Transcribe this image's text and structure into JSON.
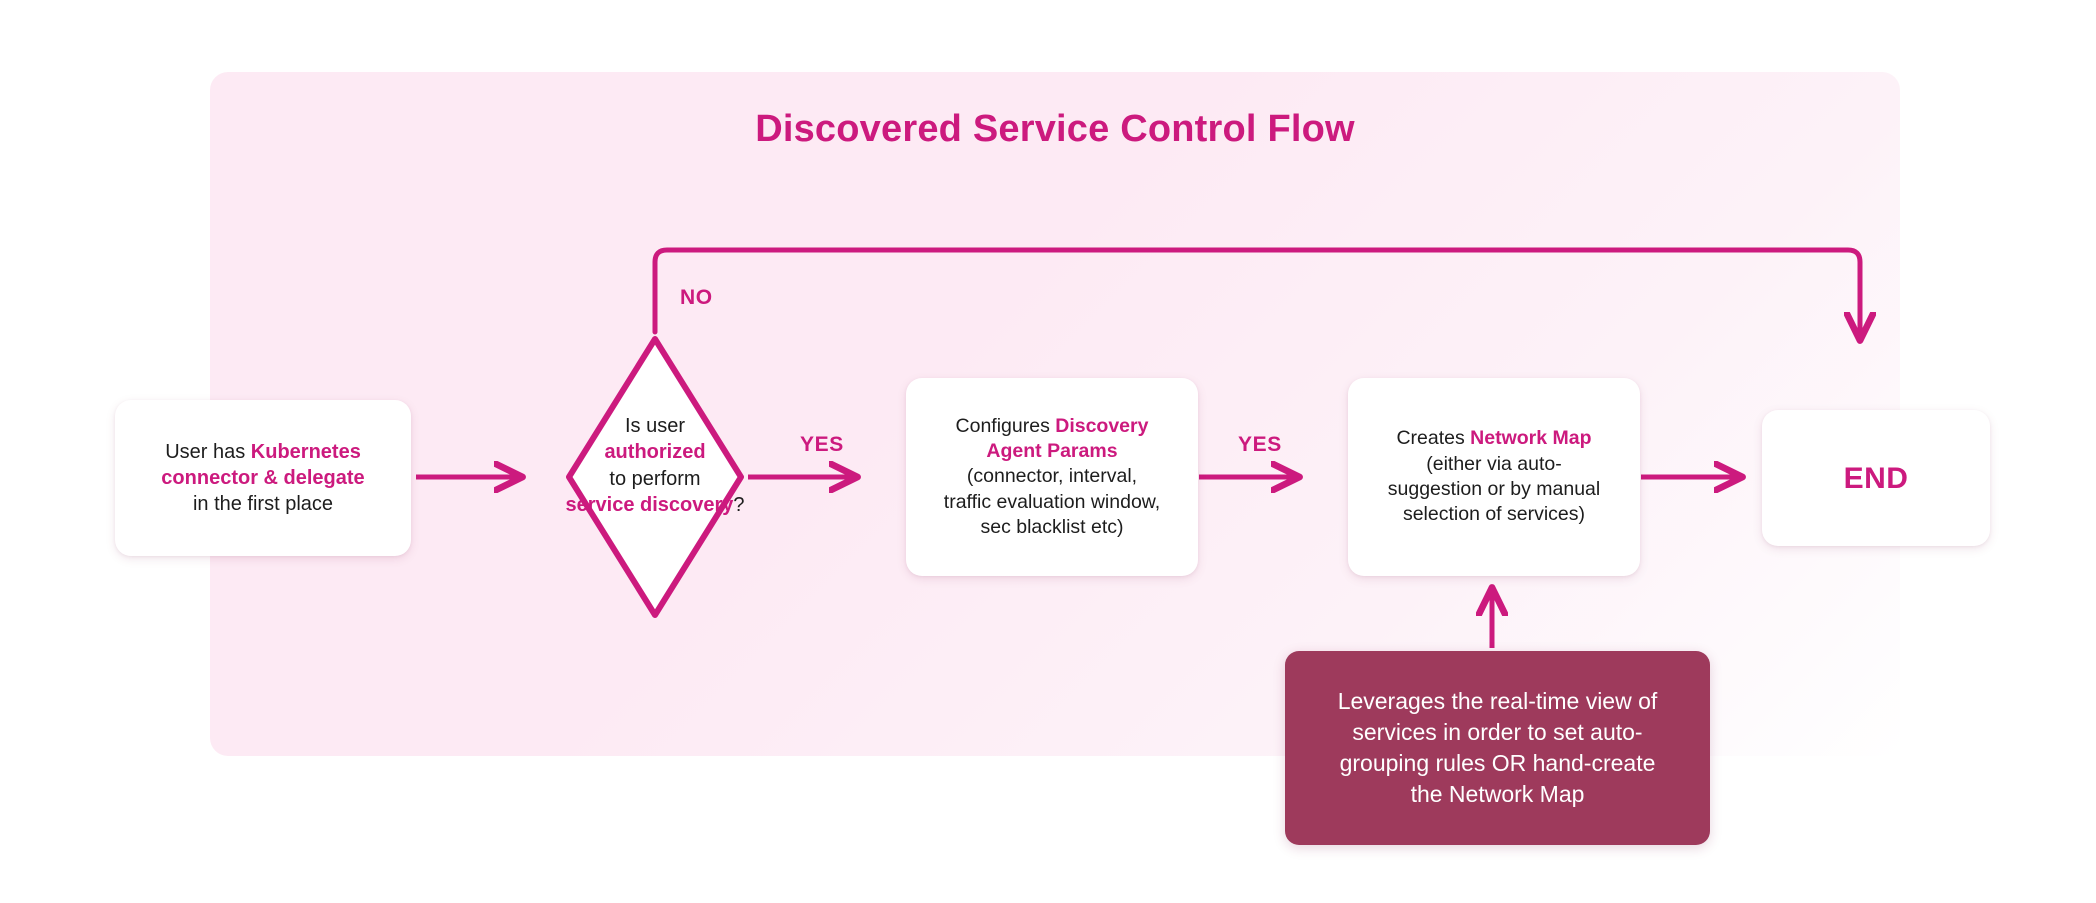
{
  "diagram": {
    "title": "Discovered Service Control Flow",
    "accent_color": "#cc1a7e",
    "panel_color": "#fdeaf4",
    "note_color": "#9e3a5c",
    "nodes": {
      "start": {
        "type": "process",
        "line1_plain": "User has ",
        "line1_highlight": "Kubernetes",
        "line2_highlight": "connector & delegate",
        "line3_plain": "in the first place"
      },
      "decision": {
        "type": "decision",
        "line1": "Is user",
        "line2_highlight": "authorized",
        "line3": "to perform",
        "line4_highlight": "service discovery",
        "line4_suffix": "?"
      },
      "config": {
        "type": "process",
        "line1_plain": "Configures ",
        "line1_highlight": "Discovery",
        "line2_highlight": "Agent Params",
        "line3": "(connector, interval,",
        "line4": "traffic evaluation window,",
        "line5": "sec blacklist etc)"
      },
      "netmap": {
        "type": "process",
        "line1_plain": "Creates ",
        "line1_highlight": "Network Map",
        "line2": "(either via auto-",
        "line3": "suggestion or by manual",
        "line4": "selection of services)"
      },
      "end": {
        "type": "terminator",
        "label": "END"
      },
      "note": {
        "type": "annotation",
        "line1": "Leverages the real-time view of",
        "line2": "services in order to set auto-",
        "line3": "grouping rules OR hand-create",
        "line4": "the Network Map"
      }
    },
    "edges": {
      "start_to_decision": {
        "label": ""
      },
      "decision_no": {
        "label": "NO"
      },
      "decision_yes": {
        "label": "YES"
      },
      "config_to_netmap": {
        "label": "YES"
      },
      "netmap_to_end": {
        "label": ""
      },
      "note_to_netmap": {
        "label": ""
      }
    }
  }
}
